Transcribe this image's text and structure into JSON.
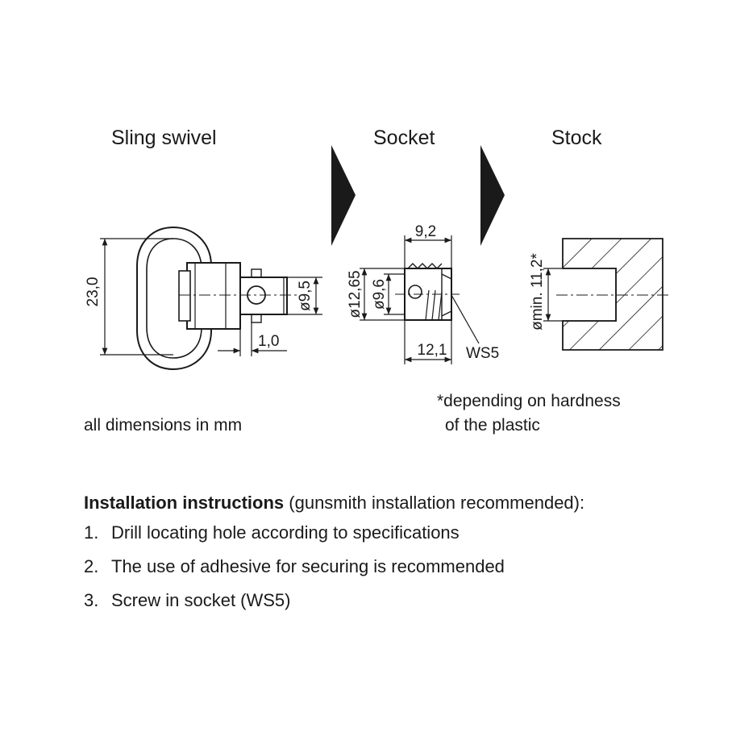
{
  "headings": {
    "sling_swivel": "Sling swivel",
    "socket": "Socket",
    "stock": "Stock"
  },
  "dimensions": {
    "swivel_height": "23,0",
    "swivel_diameter": "ø9,5",
    "swivel_offset": "1,0",
    "socket_length_top": "9,2",
    "socket_outer_diameter": "ø12,65",
    "socket_inner_diameter": "ø9,6",
    "socket_length_bottom": "12,1",
    "socket_thread": "WS5",
    "stock_hole": "ømin. 11,2*"
  },
  "notes": {
    "units": "all dimensions in mm",
    "hardness_line1": "*depending on hardness",
    "hardness_line2": "of the plastic"
  },
  "instructions": {
    "title": "Installation instructions",
    "subtitle": "(gunsmith installation recommended):",
    "steps": [
      {
        "num": "1.",
        "text": "Drill locating hole according to specifications"
      },
      {
        "num": "2.",
        "text": "The use of adhesive for securing is recommended"
      },
      {
        "num": "3.",
        "text": "Screw in socket (WS5)"
      }
    ]
  }
}
